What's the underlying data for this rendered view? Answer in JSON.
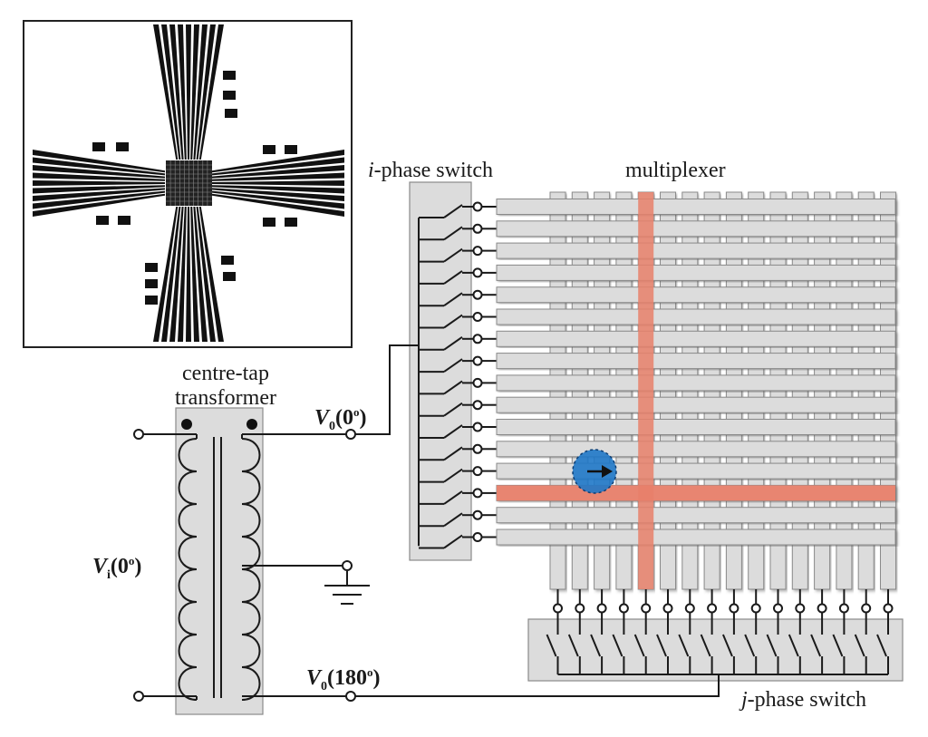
{
  "labels": {
    "i_switch_prefix": "i",
    "i_switch_suffix": "-phase switch",
    "multiplexer": "multiplexer",
    "transformer_line1": "centre-tap",
    "transformer_line2": "transformer",
    "v0_main": "V",
    "v0_sub": "0",
    "v0_phase_top": "(0",
    "v0_phase_top_deg": "o",
    "v0_phase_top_close": ")",
    "vi_main": "V",
    "vi_sub": "i",
    "vi_phase": "(0",
    "vi_phase_deg": "o",
    "vi_phase_close": ")",
    "v180_main": "V",
    "v180_sub": "0",
    "v180_phase": "(180",
    "v180_phase_deg": "o",
    "v180_phase_close": ")",
    "j_switch_prefix": "j",
    "j_switch_suffix": "-phase switch"
  },
  "grid": {
    "rows": 16,
    "columns": 16,
    "selected_row": 13,
    "selected_column": 4
  },
  "colors": {
    "panel": "#dcdcdc",
    "panel_edge": "#8a8a8a",
    "wire": "#1a1a1a",
    "highlight": "#e8806a",
    "cursor": "#1f78c8"
  }
}
